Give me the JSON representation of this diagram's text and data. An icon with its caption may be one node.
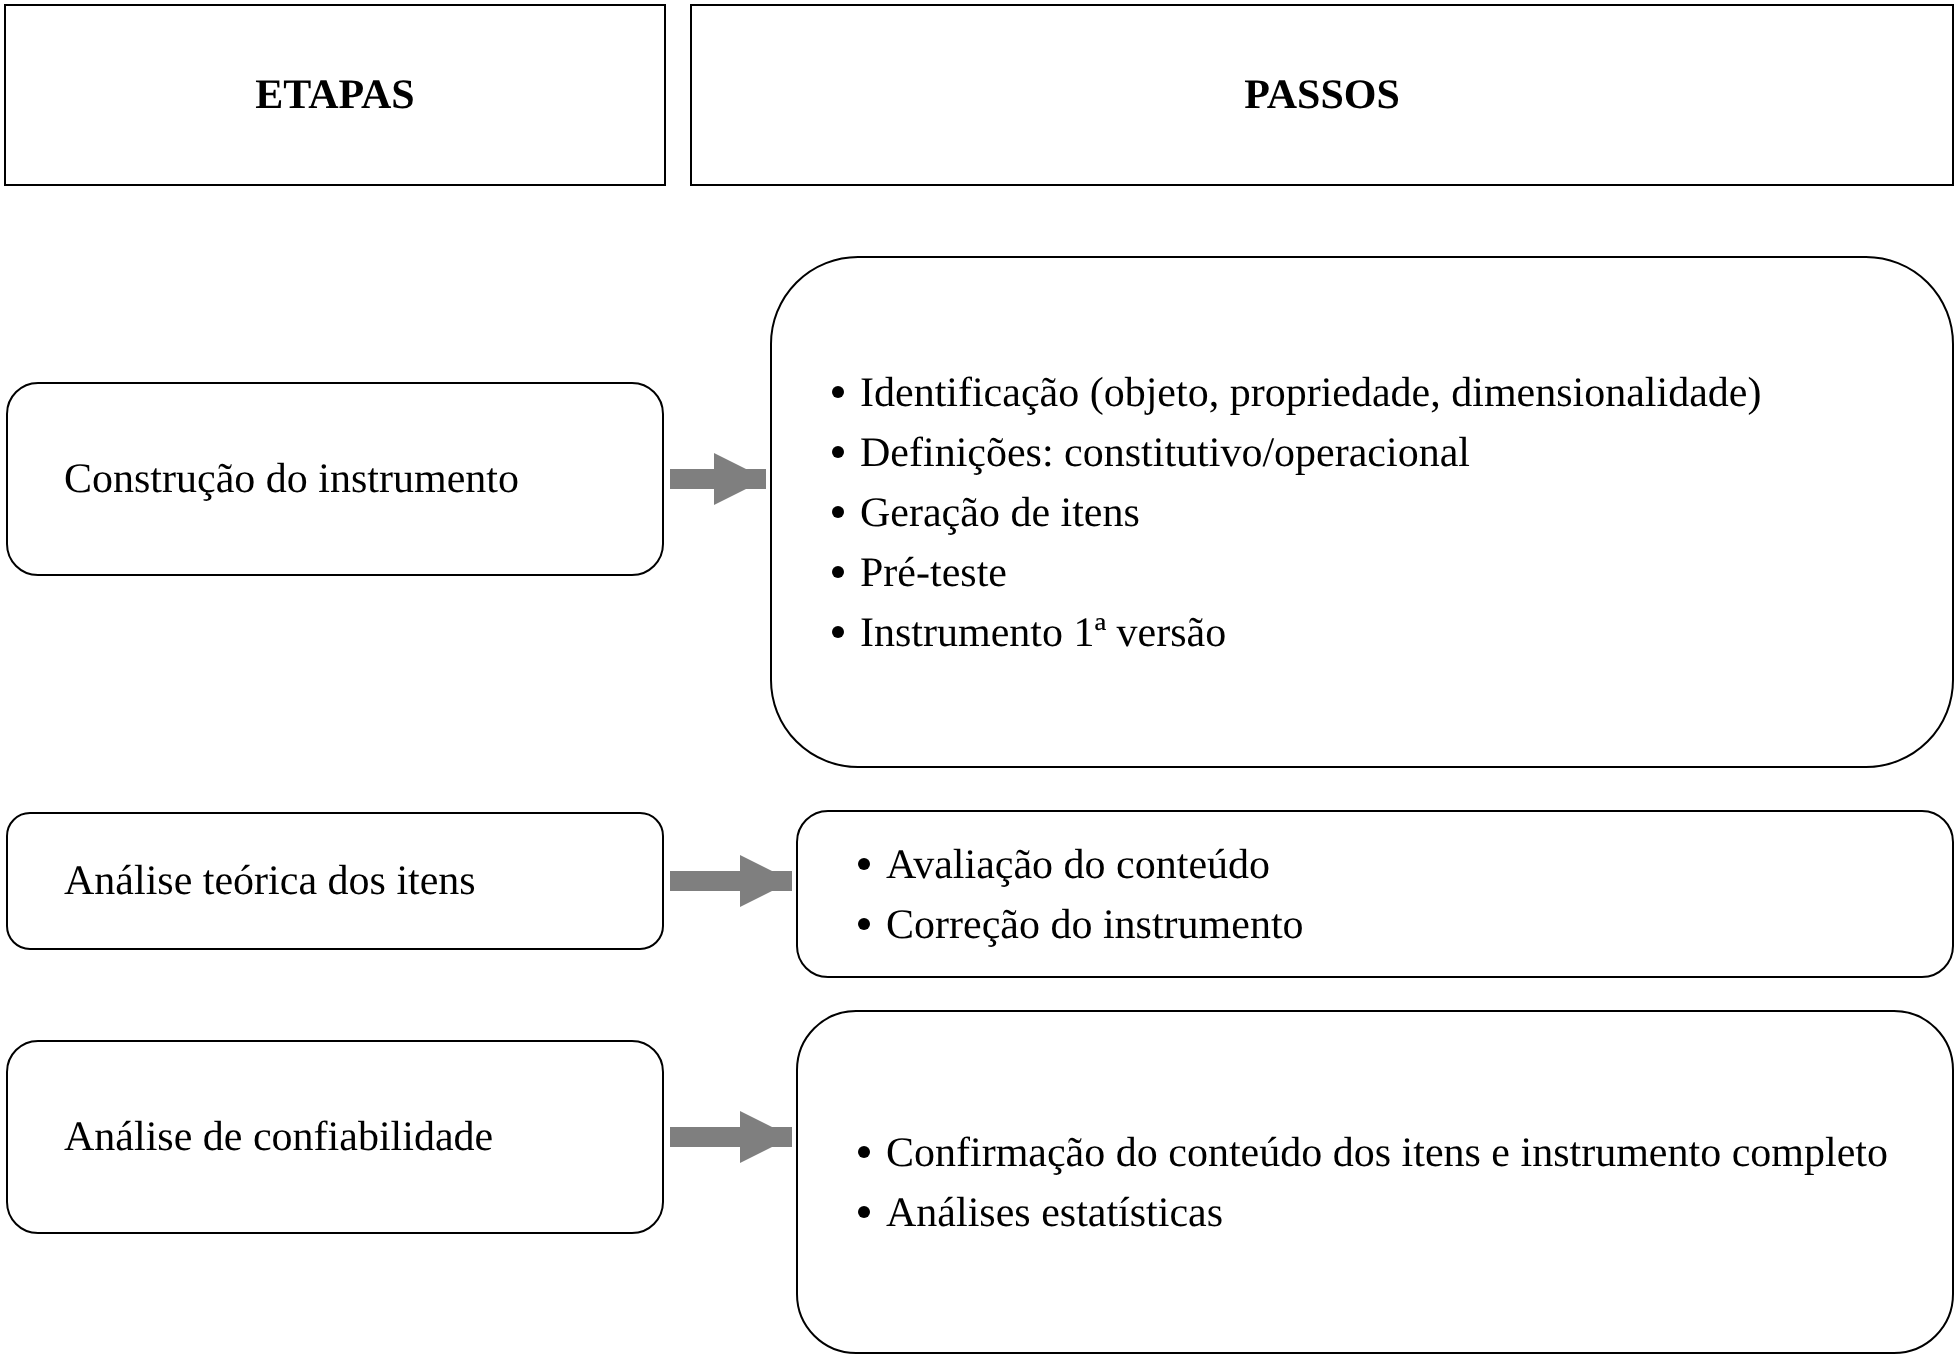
{
  "diagram": {
    "nodes": [
      {
        "text": [
          "ETAPAS"
        ]
      },
      {
        "text": [
          "PASSOS"
        ]
      },
      {
        "text": [
          "Construção do instrumento"
        ]
      },
      {
        "text": [
          "Identificação (objeto, propriedade, dimensionalidade)",
          "Definições: constitutivo/operacional",
          "Geração de itens",
          "Pré-teste",
          "Instrumento 1ª versão"
        ]
      },
      {
        "text": [
          "Análise teórica dos itens"
        ]
      },
      {
        "text": [
          "Avaliação do conteúdo",
          "Correção do instrumento"
        ]
      },
      {
        "text": [
          "Análise de confiabilidade"
        ]
      },
      {
        "text": [
          "Confirmação do conteúdo dos itens e instrumento completo",
          "Análises estatísticas"
        ]
      }
    ],
    "edges": [
      {
        "from": 2,
        "to": 3,
        "arrow": "to"
      },
      {
        "from": 4,
        "to": 5,
        "arrow": "to"
      },
      {
        "from": 6,
        "to": 7,
        "arrow": "to"
      }
    ]
  }
}
